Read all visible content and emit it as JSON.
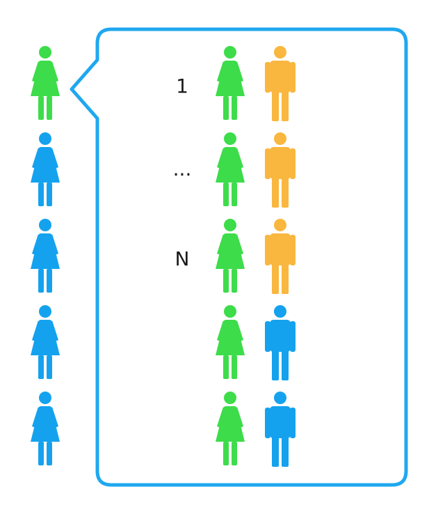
{
  "colors": {
    "background": "#ffffff",
    "callout_border": "#1fa8ef",
    "green_person": "#3ddc4a",
    "blue_person": "#14a2ee",
    "orange_person": "#f9b73f",
    "label_text": "#1a1a1a"
  },
  "left_column": {
    "people": [
      {
        "figure": "female",
        "color": "green"
      },
      {
        "figure": "female",
        "color": "blue"
      },
      {
        "figure": "female",
        "color": "blue"
      },
      {
        "figure": "female",
        "color": "blue"
      },
      {
        "figure": "female",
        "color": "blue"
      }
    ]
  },
  "callout": {
    "rows": [
      {
        "label": "1",
        "left": {
          "figure": "female",
          "color": "green"
        },
        "right": {
          "figure": "male",
          "color": "orange"
        }
      },
      {
        "label": "...",
        "left": {
          "figure": "female",
          "color": "green"
        },
        "right": {
          "figure": "male",
          "color": "orange"
        }
      },
      {
        "label": "N",
        "left": {
          "figure": "female",
          "color": "green"
        },
        "right": {
          "figure": "male",
          "color": "orange"
        }
      },
      {
        "label": "",
        "left": {
          "figure": "female",
          "color": "green"
        },
        "right": {
          "figure": "male",
          "color": "blue"
        }
      },
      {
        "label": "",
        "left": {
          "figure": "female",
          "color": "green"
        },
        "right": {
          "figure": "male",
          "color": "blue"
        }
      }
    ]
  }
}
